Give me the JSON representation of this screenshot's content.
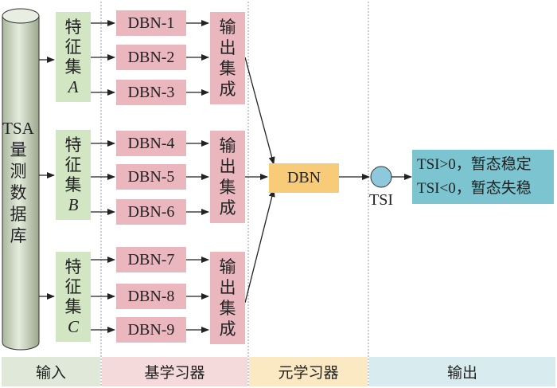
{
  "database": {
    "title_lines": [
      "TSA",
      "量",
      "测",
      "数",
      "据",
      "库"
    ]
  },
  "feature_sets": [
    {
      "lines": [
        "特",
        "征",
        "集"
      ],
      "letter": "A"
    },
    {
      "lines": [
        "特",
        "征",
        "集"
      ],
      "letter": "B"
    },
    {
      "lines": [
        "特",
        "征",
        "集"
      ],
      "letter": "C"
    }
  ],
  "base_learners": [
    "DBN-1",
    "DBN-2",
    "DBN-3",
    "DBN-4",
    "DBN-5",
    "DBN-6",
    "DBN-7",
    "DBN-8",
    "DBN-9"
  ],
  "integration": {
    "lines": [
      "输",
      "出",
      "集",
      "成"
    ]
  },
  "meta_learner": "DBN",
  "tsi_node": "TSI",
  "output": {
    "lines": [
      "TSI>0，暂态稳定",
      "TSI<0，暂态失稳"
    ]
  },
  "bands": [
    {
      "label": "输入",
      "color": "#dfe8d9"
    },
    {
      "label": "基学习器",
      "color": "#f5dadc"
    },
    {
      "label": "元学习器",
      "color": "#fbe9c4"
    },
    {
      "label": "输出",
      "color": "#d8ebee"
    }
  ],
  "colors": {
    "feature": "#d3e6c4",
    "learner": "#e9b7bd",
    "meta": "#f7cb78",
    "output": "#7bc4d0",
    "tsi_circle": "#8ec8dc"
  }
}
